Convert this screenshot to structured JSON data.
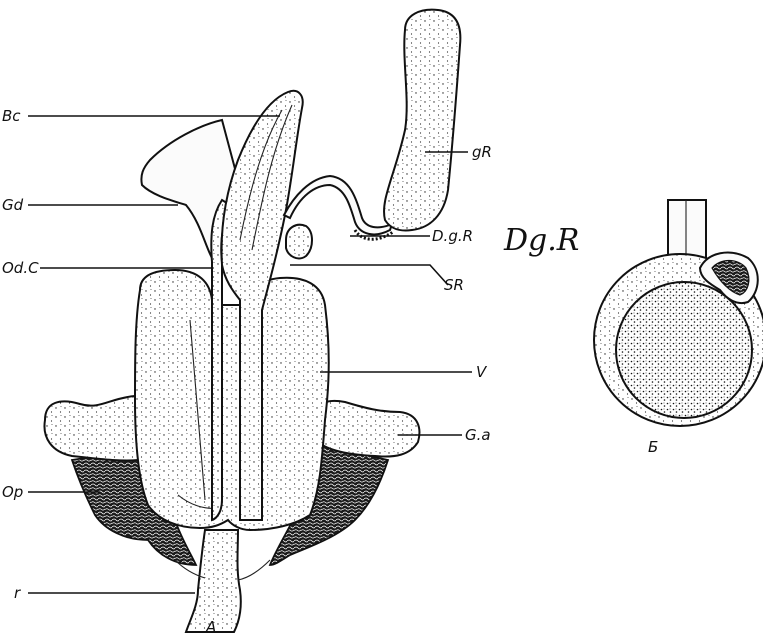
{
  "figure": {
    "labels": {
      "bc": "Bc",
      "gd": "Gd",
      "odc": "Od.C",
      "op": "Op",
      "r": "r",
      "gr": "gR",
      "dgr": "D.g.R",
      "dgr_handwritten": "Dg.R",
      "sr": "SR",
      "v": "V",
      "ga": "G.a",
      "panel_a": "A",
      "panel_b": "Б"
    }
  }
}
